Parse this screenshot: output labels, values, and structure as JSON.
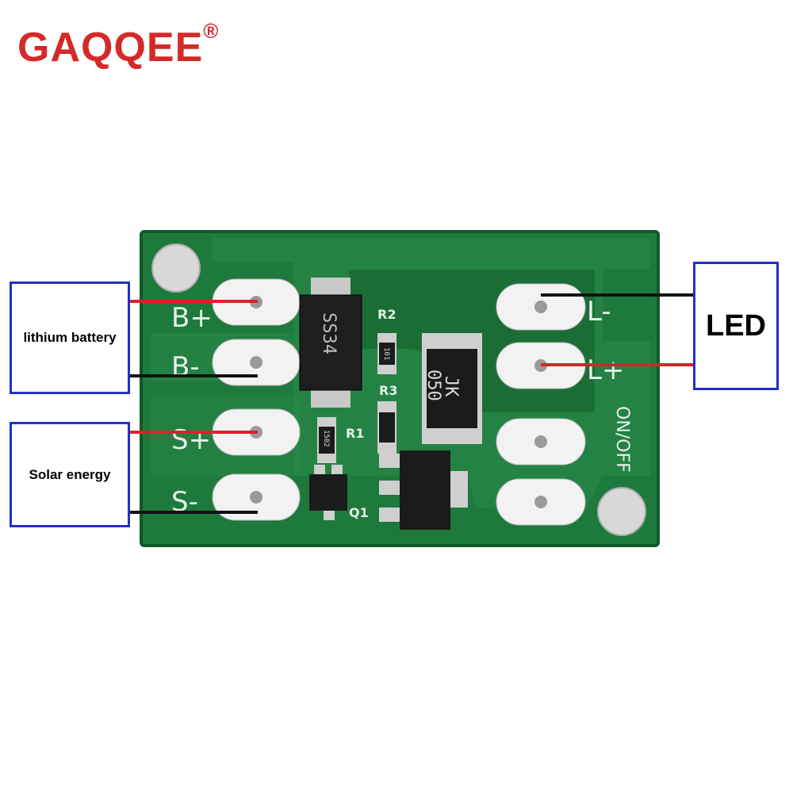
{
  "brand": {
    "name": "GAQQEE",
    "mark": "®"
  },
  "board": {
    "pads_left": [
      "B+",
      "B-",
      "S+",
      "S-"
    ],
    "pads_right": [
      "L-",
      "L+"
    ],
    "switch_label": "ON/OFF",
    "components": {
      "diode": "SS34",
      "r1": "R1",
      "r2": "R2",
      "r3": "R3",
      "q1": "Q1",
      "ic_line1": "JK",
      "ic_line2": "050",
      "r2_code": "101",
      "r1_code": "1502"
    }
  },
  "callouts": {
    "lithium": "lithium battery",
    "solar": "Solar energy",
    "led": "LED"
  },
  "wire_colors": {
    "positive": "#e0202a",
    "negative": "#111111"
  },
  "board_color": "#1f7a3e"
}
